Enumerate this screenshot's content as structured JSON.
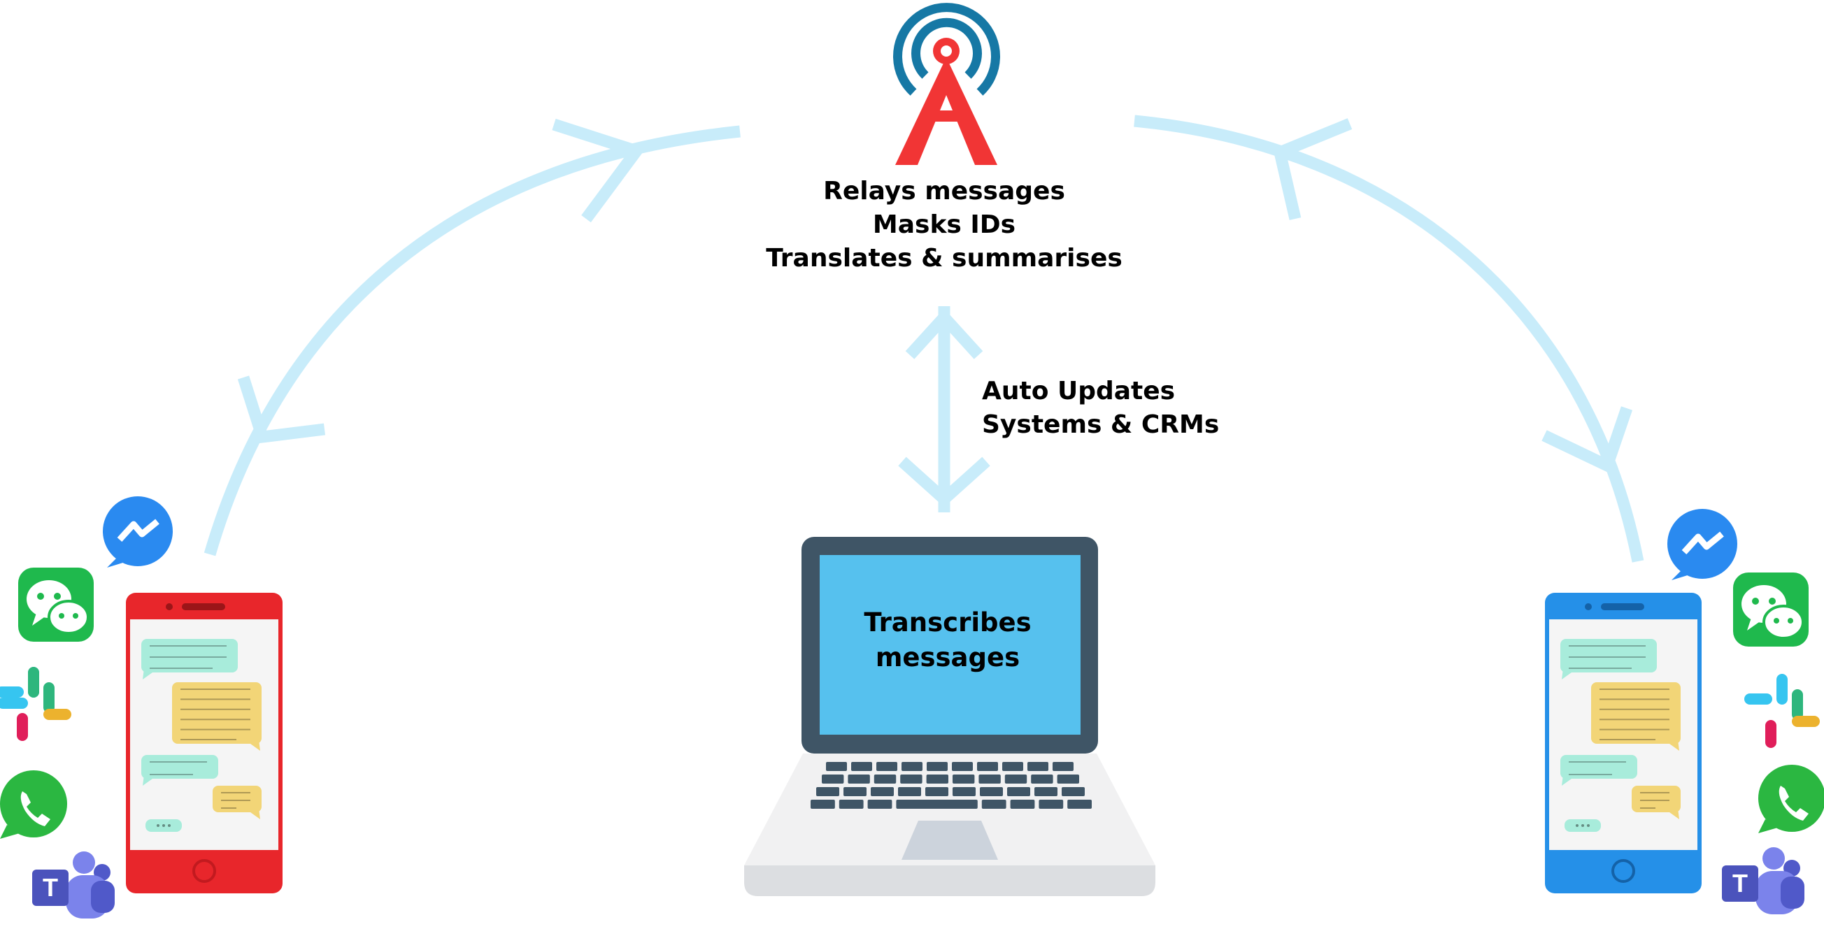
{
  "colors": {
    "arrow": "#c8ecfa",
    "tower_red": "#f13535",
    "tower_waves": "#1678a5",
    "left_phone": "#e8262b",
    "right_phone": "#2590e8",
    "laptop_frame": "#3f5566",
    "laptop_screen": "#56c1ee",
    "laptop_base": "#f1f1f2",
    "bubble_green": "#a8ecdb",
    "bubble_yellow": "#f2d577"
  },
  "tower": {
    "icon": "radio-tower-icon",
    "lines": [
      "Relays messages",
      "Masks IDs",
      "Translates & summarises"
    ]
  },
  "sync": {
    "lines": [
      "Auto Updates",
      "Systems & CRMs"
    ]
  },
  "laptop": {
    "icon": "laptop-icon",
    "lines": [
      "Transcribes",
      "messages"
    ]
  },
  "left_device": {
    "icon": "smartphone-icon",
    "apps": [
      "messenger-icon",
      "wechat-icon",
      "slack-icon",
      "whatsapp-icon",
      "teams-icon"
    ]
  },
  "right_device": {
    "icon": "smartphone-icon",
    "apps": [
      "messenger-icon",
      "wechat-icon",
      "slack-icon",
      "whatsapp-icon",
      "teams-icon"
    ]
  }
}
